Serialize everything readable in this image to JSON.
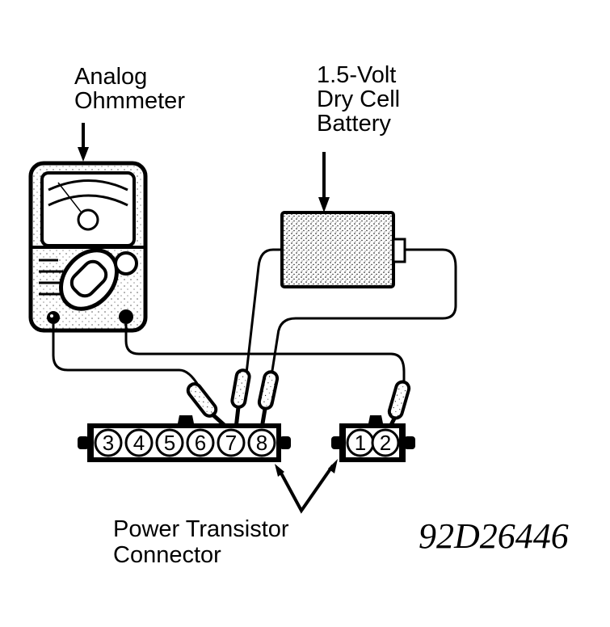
{
  "diagram": {
    "title_code": "92D26446",
    "labels": {
      "ohmmeter_line1": "Analog",
      "ohmmeter_line2": "Ohmmeter",
      "battery_line1": "1.5-Volt",
      "battery_line2": "Dry Cell",
      "battery_line3": "Battery",
      "connector_line1": "Power Transistor",
      "connector_line2": "Connector"
    },
    "connector_large_pins": [
      "3",
      "4",
      "5",
      "6",
      "7",
      "8"
    ],
    "connector_small_pins": [
      "1",
      "2"
    ],
    "components": [
      {
        "name": "Analog Ohmmeter",
        "icon": "ohmmeter-icon"
      },
      {
        "name": "1.5-Volt Dry Cell Battery",
        "icon": "battery-icon"
      },
      {
        "name": "Power Transistor Connector (pins 3-8)",
        "icon": "connector-icon"
      },
      {
        "name": "Power Transistor Connector (pins 1-2)",
        "icon": "connector-icon"
      }
    ],
    "connections": [
      {
        "from": "Ohmmeter left terminal",
        "to": "Pin 7"
      },
      {
        "from": "Ohmmeter right terminal",
        "to": "Pin 2"
      },
      {
        "from": "Battery negative",
        "to": "Pin 7"
      },
      {
        "from": "Battery positive",
        "to": "Pin 8"
      }
    ]
  }
}
